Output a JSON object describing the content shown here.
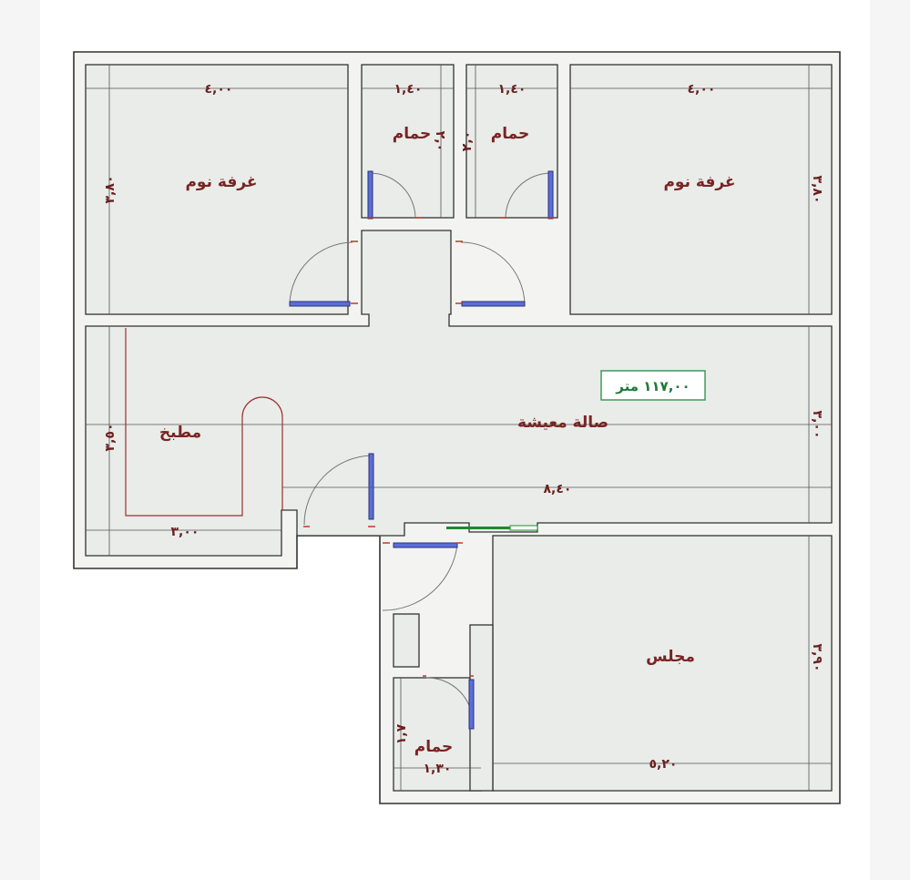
{
  "plan": {
    "area_label": "١١٧,٠٠ متر",
    "rooms": [
      {
        "id": "bedroom-left",
        "name": "غرفة نوم"
      },
      {
        "id": "bath-top-left",
        "name": "حمام"
      },
      {
        "id": "bath-top-right",
        "name": "حمام"
      },
      {
        "id": "bedroom-right",
        "name": "غرفة نوم"
      },
      {
        "id": "kitchen",
        "name": "مطبخ"
      },
      {
        "id": "living",
        "name": "صالة معيشة"
      },
      {
        "id": "majlis",
        "name": "مجلس"
      },
      {
        "id": "bath-bottom",
        "name": "حمام"
      }
    ],
    "dimensions": {
      "bedroom_left_width": "٤,٠٠",
      "bedroom_left_height": "٣,٨٠",
      "bath_left_width": "١,٤٠",
      "bath_left_height": "٢,٠",
      "bath_right_width": "١,٤٠",
      "bath_right_height": "٢,٠",
      "bedroom_right_width": "٤,٠٠",
      "bedroom_right_height": "٣,٨٠",
      "kitchen_height": "٣,٥٠",
      "kitchen_width": "٣,٠٠",
      "living_width": "٨,٤٠",
      "living_height": "٣,٠٠",
      "majlis_height": "٣,٩٠",
      "majlis_width": "٥,٢٠",
      "bath_bottom_width": "١,٣٠",
      "bath_bottom_height": "١,٧"
    }
  }
}
